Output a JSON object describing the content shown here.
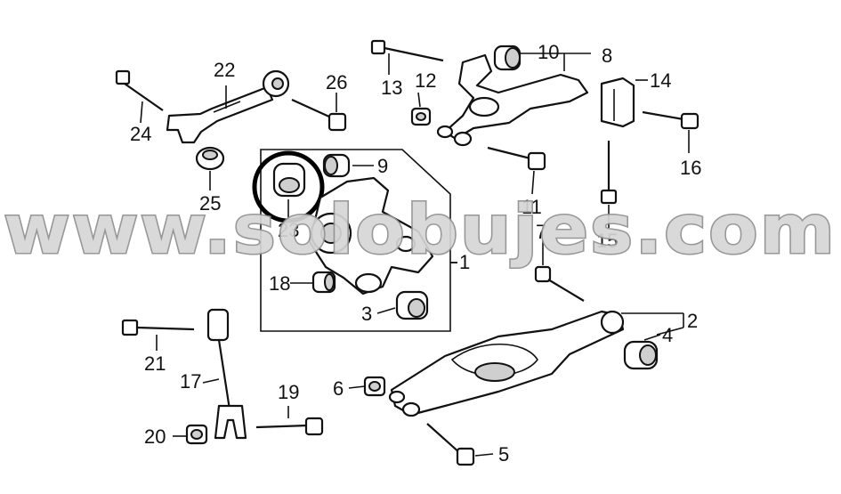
{
  "watermark": "www.solobujes.com",
  "callouts": {
    "c1": "1",
    "c2": "2",
    "c3": "3",
    "c4": "4",
    "c5": "5",
    "c6": "6",
    "c7": "7",
    "c8": "8",
    "c9": "9",
    "c10": "10",
    "c11": "11",
    "c12": "12",
    "c13": "13",
    "c14": "14",
    "c15": "15",
    "c16": "16",
    "c17": "17",
    "c18": "18",
    "c19": "19",
    "c20": "20",
    "c21": "21",
    "c22": "22",
    "c23": "23",
    "c24": "24",
    "c25": "25",
    "c26": "26"
  },
  "highlight": {
    "part": "23",
    "color": "#000000"
  }
}
